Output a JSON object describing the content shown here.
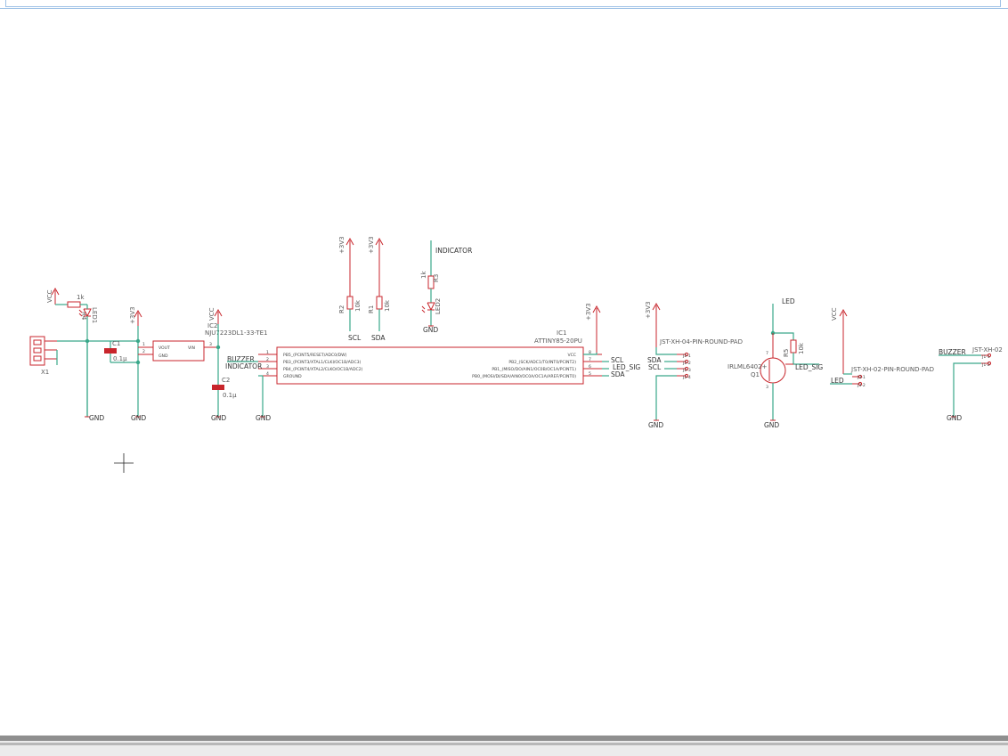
{
  "nets": {
    "vcc": "VCC",
    "v3": "+3V3",
    "gnd": "GND",
    "scl": "SCL",
    "sda": "SDA",
    "buzzer": "BUZZER",
    "indicator": "INDICATOR",
    "led_sig": "LED_SIG",
    "led": "LED"
  },
  "parts": {
    "x1": "X1",
    "r_pwr": "1k",
    "r_pwr_name": "R4",
    "led1": "LED1",
    "c1": "C1",
    "c1_val": "0.1μ",
    "reg_name": "IC2",
    "reg_part": "NJU7223DL1-33-TE1",
    "reg_vout": "VOUT",
    "reg_vin": "VIN",
    "reg_gnd": "GND",
    "c2": "C2",
    "c2_val": "0.1μ",
    "r2": "R2",
    "r2_val": "10k",
    "r1": "R1",
    "r1_val": "10k",
    "r3": "R3",
    "r3_val": "1k",
    "led2": "LED2",
    "ic1": "IC1",
    "ic1_part": "ATTINY85-20PU",
    "ic1_pins_left": [
      "PB5_(PCINT5/RESET/ADC0/DW)",
      "PB3_(PCINT3/XTAL1/CLKI/OC1B/ADC3)",
      "PB4_(PCINT4/XTAL2/CLKO/OC1B/ADC2)",
      "GROUND"
    ],
    "ic1_pins_right": [
      "VCC",
      "PB2_(SCK/ADC1/T0/INT0/PCINT2)",
      "PB1_(MISO/DO/AIN1/OC0B/OC1A/PCINT1)",
      "PB0_(MOSI/DI/SDA/AIN0/OC0A/OC1A/AREF/PCINT0)"
    ],
    "ic1_numbers_left": [
      "1",
      "2",
      "3",
      "4"
    ],
    "ic1_numbers_right": [
      "8",
      "7",
      "6",
      "5"
    ],
    "j4": "JST-XH-04-PIN-ROUND-PAD",
    "j4_pins": [
      "J2-1",
      "J2-2",
      "J2-3",
      "J2-4"
    ],
    "q1": "Q1",
    "q1_part": "IRLML6402+",
    "r5": "R5",
    "r5_val": "10k",
    "j3": "JST-XH-02-PIN-ROUND-PAD",
    "j3_pins": [
      "J3-1",
      "J3-2"
    ],
    "j1": "JST-XH-02",
    "j1_pins": [
      "J1-1",
      "J1-2"
    ]
  },
  "colors": {
    "wire": "#3aa88a",
    "symbol": "#c8262c",
    "text": "#5a5a5a"
  }
}
